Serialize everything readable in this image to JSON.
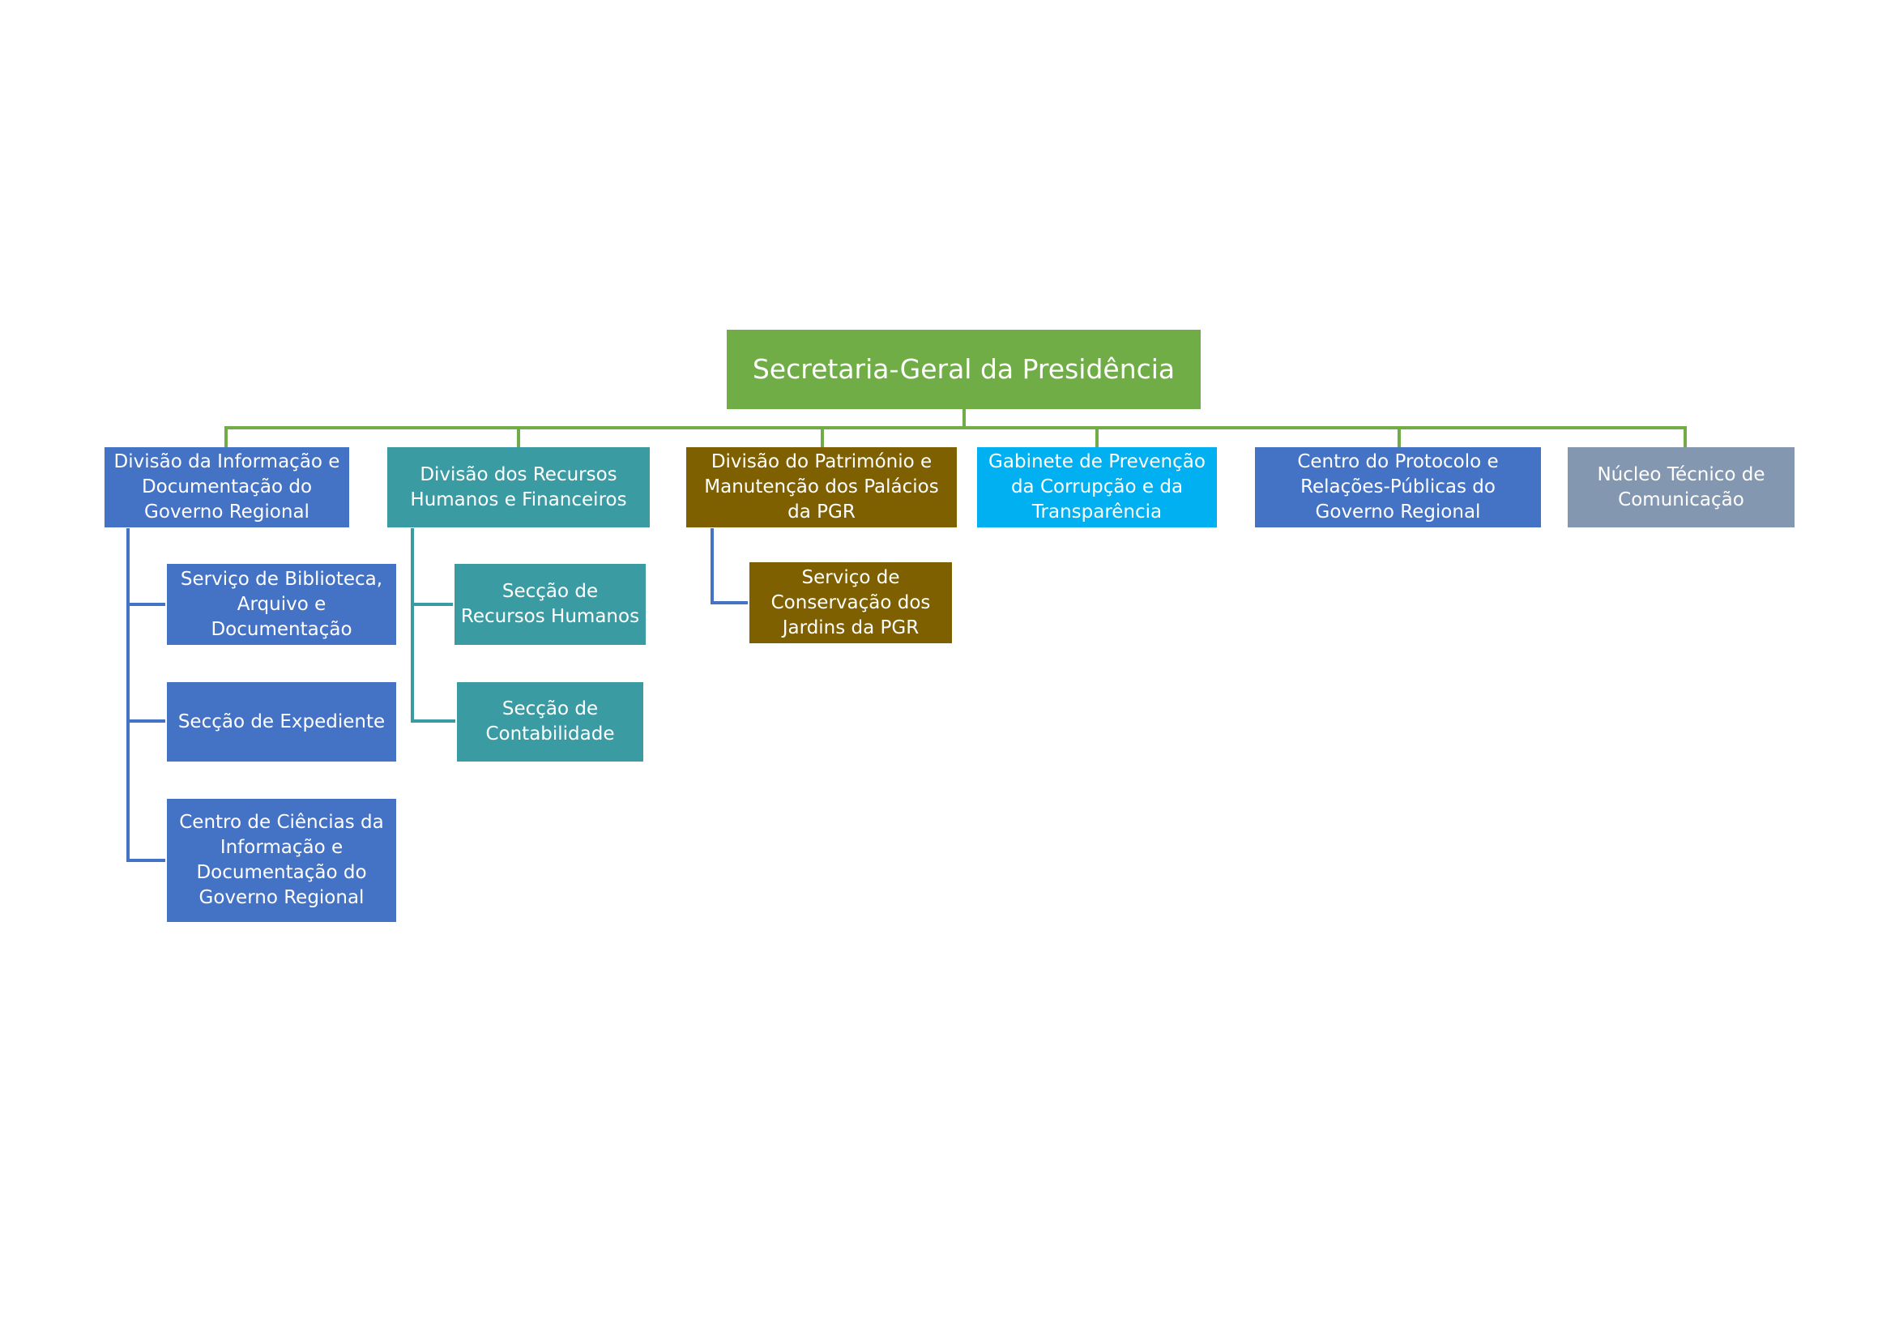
{
  "colors": {
    "root": "#70ad47",
    "blue": "#4472c4",
    "teal": "#3b9ba3",
    "brown": "#7f6000",
    "cyan": "#00b0f0",
    "slate": "#8497b0",
    "text": "#ffffff"
  },
  "root": {
    "label": "Secretaria-Geral da Presidência"
  },
  "divisions": [
    {
      "label": "Divisão da Informação e Documentação do Governo Regional",
      "children": [
        {
          "label": "Serviço de Biblioteca, Arquivo e Documentação"
        },
        {
          "label": "Secção de Expediente"
        },
        {
          "label": "Centro de Ciências da Informação e Documentação do Governo Regional"
        }
      ]
    },
    {
      "label": "Divisão dos Recursos Humanos e Financeiros",
      "children": [
        {
          "label": "Secção de Recursos Humanos"
        },
        {
          "label": "Secção de Contabilidade"
        }
      ]
    },
    {
      "label": "Divisão do Património e Manutenção dos Palácios da PGR",
      "children": [
        {
          "label": "Serviço de Conservação dos Jardins da PGR"
        }
      ]
    },
    {
      "label": "Gabinete de Prevenção da Corrupção e da Transparência"
    },
    {
      "label": "Centro do Protocolo e Relações-Públicas do Governo Regional"
    },
    {
      "label": "Núcleo Técnico de Comunicação"
    }
  ]
}
